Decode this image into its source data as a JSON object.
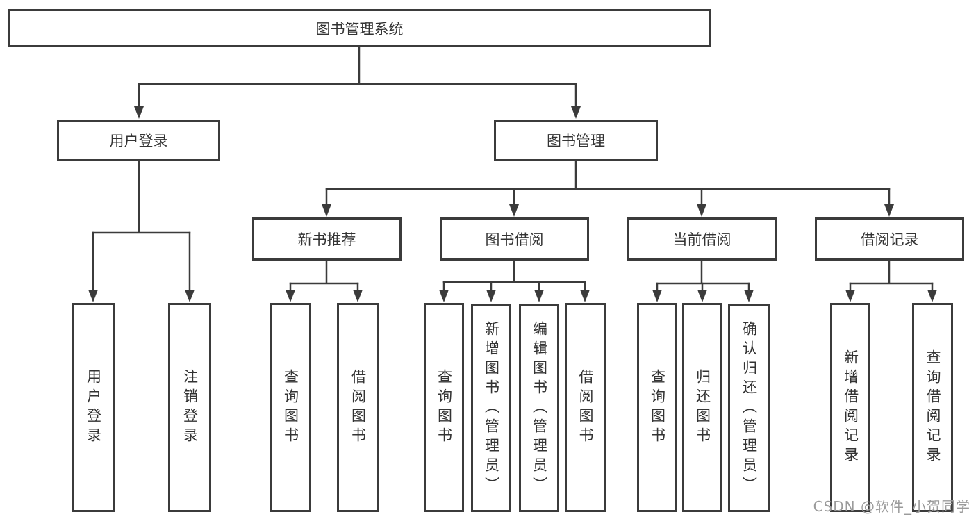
{
  "nodes": {
    "root": {
      "label": "图书管理系统"
    },
    "user_login": {
      "label": "用户登录"
    },
    "book_management": {
      "label": "图书管理"
    },
    "new_book_recommend": {
      "label": "新书推荐"
    },
    "book_borrow": {
      "label": "图书借阅"
    },
    "current_borrow": {
      "label": "当前借阅"
    },
    "borrow_records": {
      "label": "借阅记录"
    },
    "login_user_login": {
      "label": "用户登录"
    },
    "login_logout": {
      "label": "注销登录"
    },
    "recommend_query_books": {
      "label": "查询图书"
    },
    "recommend_borrow_books": {
      "label": "借阅图书"
    },
    "borrow_query_books": {
      "label": "查询图书"
    },
    "borrow_add_books": {
      "label": "新增图书（管理员）"
    },
    "borrow_edit_books": {
      "label": "编辑图书（管理员）"
    },
    "borrow_borrow_books": {
      "label": "借阅图书"
    },
    "current_query_books": {
      "label": "查询图书"
    },
    "current_return_books": {
      "label": "归还图书"
    },
    "current_confirm_return": {
      "label": "确认归还（管理员）"
    },
    "records_add_record": {
      "label": "新增借阅记录"
    },
    "records_query_record": {
      "label": "查询借阅记录"
    }
  },
  "watermark": {
    "text": "CSDN @软件_小贺同学"
  },
  "colors": {
    "line": "#3b3b3b",
    "text": "#333333",
    "watermark": "#9b9b9b",
    "background": "#ffffff"
  }
}
